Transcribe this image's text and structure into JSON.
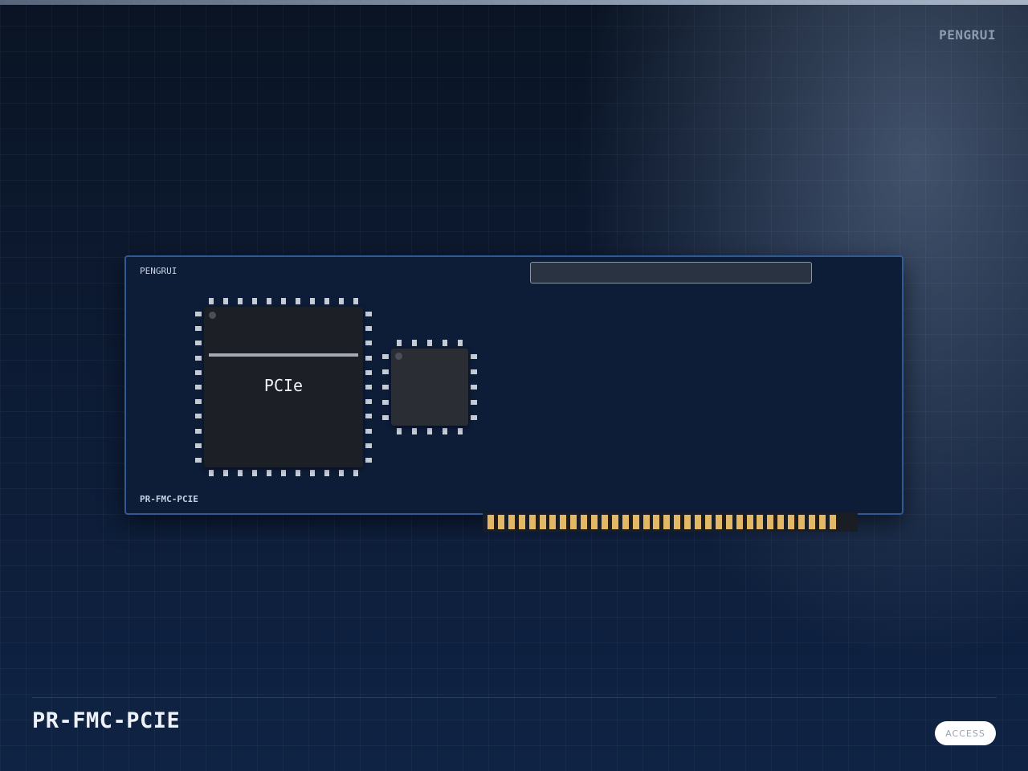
{
  "header": {
    "brand": "PENGRUI"
  },
  "board": {
    "brand_label": "PENGRUI",
    "model_label": "PR-FMC-PCIE",
    "main_chip_label": "PCIe"
  },
  "footer": {
    "title": "PR-FMC-PCIE",
    "access_label": "ACCESS"
  },
  "colors": {
    "background_top": "#0a1424",
    "background_bottom": "#0f2344",
    "board_fill": "#0d1d38",
    "board_border": "#2f5a93",
    "gold_contact": "#e2b866",
    "pin": "#c6ccd6"
  }
}
